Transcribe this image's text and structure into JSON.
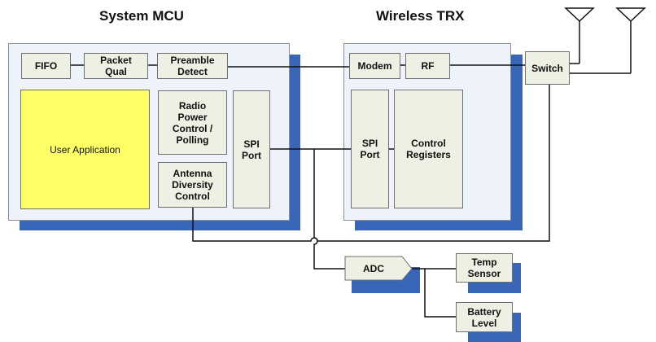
{
  "titles": {
    "mcu": "System MCU",
    "trx": "Wireless TRX"
  },
  "mcu_blocks": {
    "fifo": "FIFO",
    "packet_qual": "Packet\nQual",
    "preamble_detect": "Preamble\nDetect",
    "user_app": "User Application",
    "radio_power": "Radio\nPower\nControl /\nPolling",
    "antenna_diversity": "Antenna\nDiversity\nControl",
    "spi_port": "SPI\nPort"
  },
  "trx_blocks": {
    "modem": "Modem",
    "rf": "RF",
    "spi_port": "SPI\nPort",
    "control_registers": "Control\nRegisters"
  },
  "external": {
    "switch": "Switch",
    "adc": "ADC",
    "temp_sensor": "Temp\nSensor",
    "battery_level": "Battery\nLevel"
  },
  "colors": {
    "shadow": "#3a66b8",
    "panel": "#eef2fb",
    "block": "#eef0e4",
    "user_app": "#ffff66"
  },
  "icons": [
    "antenna-icon",
    "antenna-icon"
  ]
}
